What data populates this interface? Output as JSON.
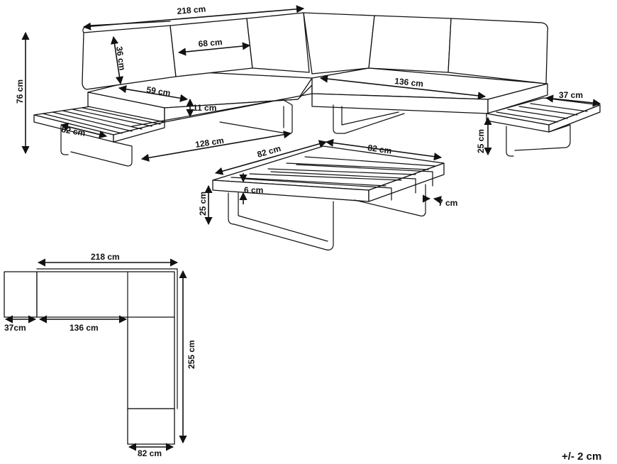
{
  "dimensions": {
    "sofa_width": "218 cm",
    "total_height": "76 cm",
    "backrest_height": "36 cm",
    "backrest_width": "68 cm",
    "seat_depth": "59 cm",
    "seat_thickness": "11 cm",
    "side_table_depth": "82 cm",
    "base_length": "128 cm",
    "seat_length": "136 cm",
    "side_table_width": "37 cm",
    "side_table_height": "25 cm",
    "coffee_table_depth": "82 cm",
    "coffee_table_width": "82 cm",
    "coffee_table_top": "6 cm",
    "coffee_table_height": "25 cm",
    "coffee_table_leg": "7 cm"
  },
  "plan": {
    "width": "218 cm",
    "side_table": "37cm",
    "seat": "136 cm",
    "length": "255 cm",
    "chaise": "82 cm"
  },
  "tolerance": "+/- 2 cm"
}
